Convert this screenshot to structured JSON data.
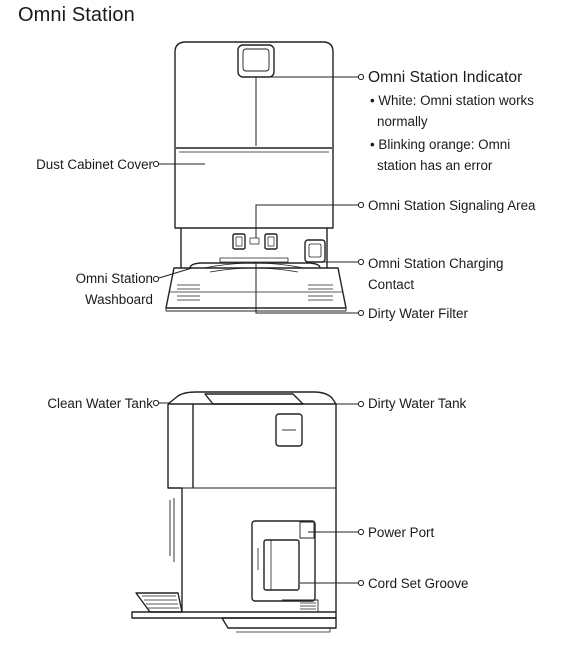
{
  "title": "Omni Station",
  "labels": {
    "omni_station_indicator": "Omni Station Indicator",
    "dust_cabinet_cover": "Dust Cabinet Cover",
    "signaling_area": "Omni Station Signaling Area",
    "washboard_line1": "Omni Station",
    "washboard_line2": "Washboard",
    "charging_line1": "Omni Station Charging",
    "charging_line2": "Contact",
    "dirty_water_filter": "Dirty Water Filter",
    "clean_water_tank": "Clean Water Tank",
    "dirty_water_tank": "Dirty Water Tank",
    "power_port": "Power Port",
    "cord_set_groove": "Cord Set Groove"
  },
  "indicator_notes": [
    {
      "line1": "White: Omni station works",
      "line2": "normally"
    },
    {
      "line1": "Blinking orange: Omni",
      "line2": "station has an error"
    }
  ]
}
